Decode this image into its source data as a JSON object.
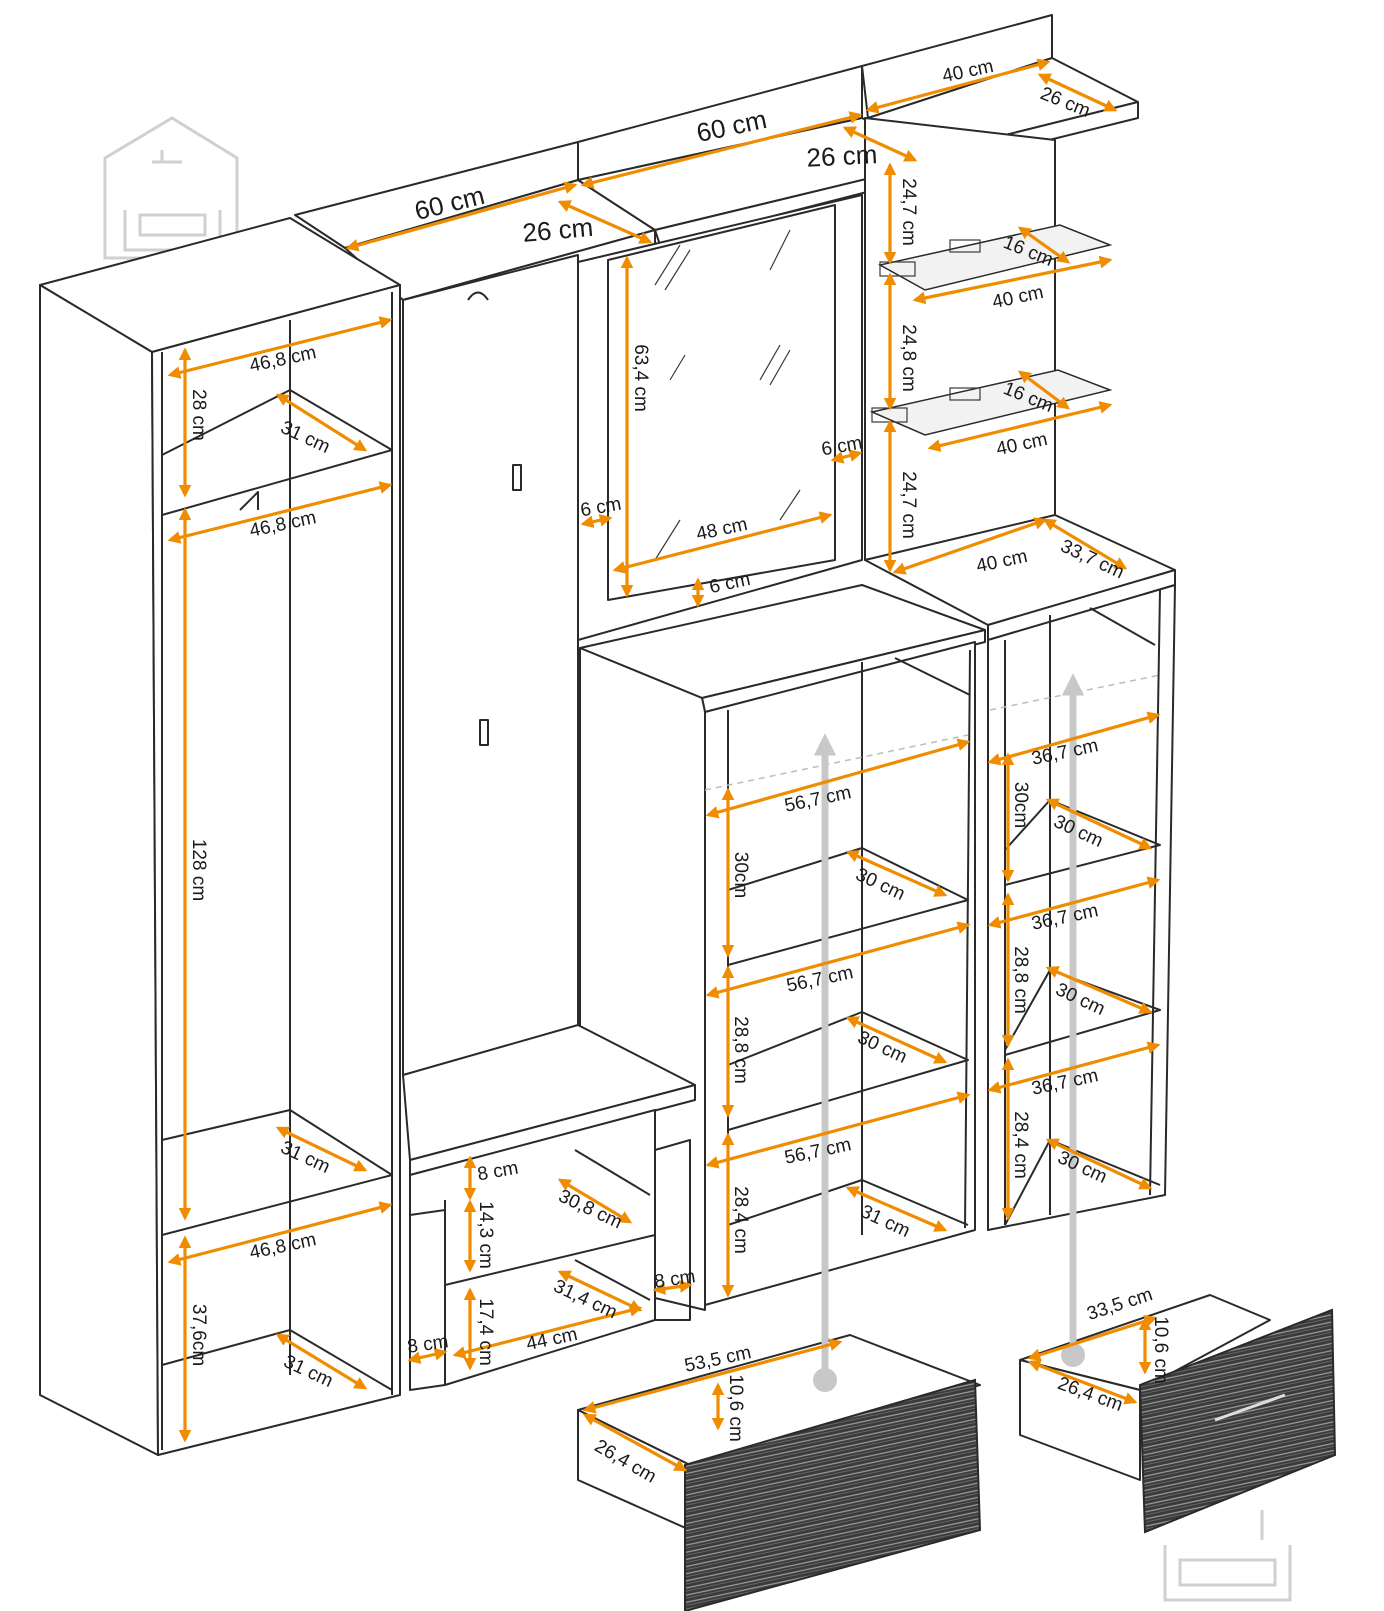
{
  "colors": {
    "dimension": "#f08c00",
    "outline": "#2a2a2a",
    "indicator": "#c8c8c8"
  },
  "icons": {
    "watermark": "house-sofa-icon",
    "watermark_corner": "sofa-icon"
  },
  "labels": {
    "top_left_width": "60 cm",
    "top_left_depth": "26 cm",
    "top_mid_width": "60 cm",
    "top_mid_depth": "26 cm",
    "top_right_width": "40 cm",
    "top_right_depth": "26 cm",
    "right_gap_top": "24,7 cm",
    "shelf1_depth": "16 cm",
    "shelf1_width": "40 cm",
    "right_gap_mid": "24,8 cm",
    "shelf2_depth": "16 cm",
    "shelf2_width": "40 cm",
    "right_gap_bottom": "24,7 cm",
    "right_top_width": "40 cm",
    "right_top_depth": "33,7 cm",
    "mirror_height": "63,4 cm",
    "mirror_right_margin": "6 cm",
    "mirror_left_margin": "6 cm",
    "mirror_width": "48 cm",
    "mirror_bottom_margin": "6 cm",
    "tall_top_width": "46,8 cm",
    "tall_top_height": "28 cm",
    "tall_top_depth": "31 cm",
    "tall_hang_width": "46,8 cm",
    "tall_hang_height": "128 cm",
    "tall_low_depth": "31 cm",
    "tall_bottom_width": "46,8 cm",
    "tall_bottom_height": "37,6cm",
    "tall_bottom_depth": "31 cm",
    "bench_drawer_front": "8 cm",
    "bench_drawer_height": "14,3 cm",
    "bench_upper_depth": "30,8 cm",
    "bench_lower_height": "17,4 cm",
    "bench_lower_depth": "31,4 cm",
    "bench_right_side": "8 cm",
    "bench_left_side": "8 cm",
    "bench_inner_width": "44 cm",
    "mid_w1": "56,7 cm",
    "mid_h1": "30cm",
    "mid_d1": "30 cm",
    "mid_w2": "56,7 cm",
    "mid_h2": "28,8 cm",
    "mid_d2": "30 cm",
    "mid_w3": "56,7 cm",
    "mid_h3": "28,4 cm",
    "mid_d3": "31 cm",
    "rc_w1": "36,7 cm",
    "rc_h1": "30cm",
    "rc_d1": "30 cm",
    "rc_w2": "36,7 cm",
    "rc_h2": "28,8 cm",
    "rc_d2": "30 cm",
    "rc_w3": "36,7 cm",
    "rc_h3": "28,4 cm",
    "rc_d3": "30 cm",
    "big_drawer_width": "53,5 cm",
    "big_drawer_height": "10,6 cm",
    "big_drawer_depth": "26,4 cm",
    "small_drawer_width": "33,5 cm",
    "small_drawer_height": "10,6 cm",
    "small_drawer_depth": "26,4 cm"
  }
}
